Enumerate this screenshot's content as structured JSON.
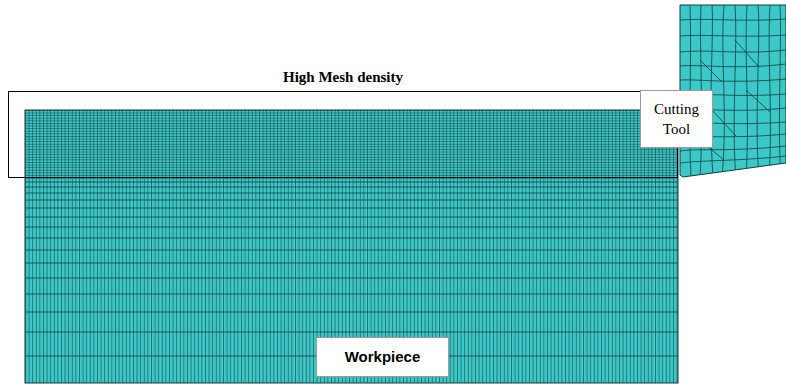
{
  "diagram": {
    "nodes": [
      {
        "text": [
          "High Mesh density"
        ]
      },
      {
        "text": [
          "Cutting Tool"
        ]
      },
      {
        "text": [
          "Workpiece"
        ]
      }
    ]
  }
}
